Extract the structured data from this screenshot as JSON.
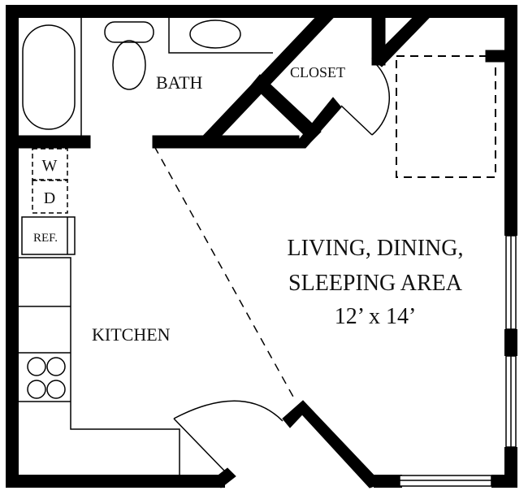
{
  "floorplan": {
    "rooms": {
      "bath": "BATH",
      "closet": "CLOSET",
      "kitchen": "KITCHEN",
      "living_line1": "LIVING, DINING,",
      "living_line2": "SLEEPING AREA",
      "living_dimensions": "12’ x 14’"
    },
    "appliances": {
      "washer": "W",
      "dryer": "D",
      "refrigerator": "REF."
    },
    "colors": {
      "wall": "#000000",
      "background": "#ffffff",
      "line": "#111111"
    }
  }
}
